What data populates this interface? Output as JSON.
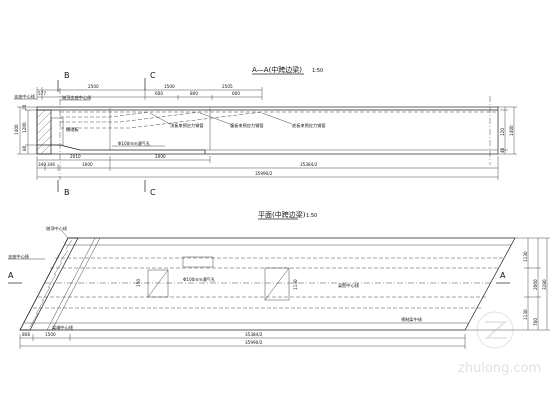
{
  "section_view": {
    "title": "A—A(中跨边梁)",
    "scale": "1:50",
    "section_b_mark": "B",
    "section_c_mark": "C",
    "labels": {
      "bearing_center": "支座中心线",
      "support_center": "墩顶支座中心线",
      "cross_beam": "横隔板",
      "diaphragm_1": "顶板束预应力钢管",
      "diaphragm_2": "腹板束预应力钢管",
      "diaphragm_3": "底板束预应力钢管",
      "vent_pipe": "Φ100mm通气孔"
    },
    "dims_top": {
      "d577": "577",
      "d2500": "2500",
      "d1500": "1500",
      "d2505": "2505",
      "d600a": "600",
      "d800": "800",
      "d600b": "600"
    },
    "dims_bottom": {
      "d2010": "2010",
      "d2000": "2000",
      "d340": "340",
      "d346": "346",
      "d1600": "1600",
      "d35384": "35384/2",
      "d35990": "35990/2"
    },
    "dims_left": {
      "h1400": "1400",
      "h1200": "1200",
      "h80": "80",
      "h20": "20"
    },
    "dims_right": {
      "h1400": "1400",
      "h120": "120",
      "h40": "40"
    }
  },
  "plan_view": {
    "title": "平面(中跨边梁)",
    "scale": "1:50",
    "section_a_mark": "A",
    "labels": {
      "bearing_center": "墩顶中心线",
      "support_center": "支座中心线",
      "end_center": "梁端中心线",
      "vent_pipe": "Φ100mm通气孔",
      "girder_center": "梁肋中心线",
      "bearing_plate": "预制梁中线"
    },
    "dims_bottom": {
      "d808": "808",
      "d1500": "1500",
      "d35384": "35384/2",
      "d35990": "35990/2"
    },
    "dims_right": {
      "r1130": "1130",
      "r2060": "2060",
      "r1130b": "1130",
      "r3280": "3280",
      "r700": "700"
    },
    "dims_inner": {
      "w150": "150",
      "w1130": "1130"
    }
  },
  "watermark": {
    "text": "zhulong.com"
  }
}
